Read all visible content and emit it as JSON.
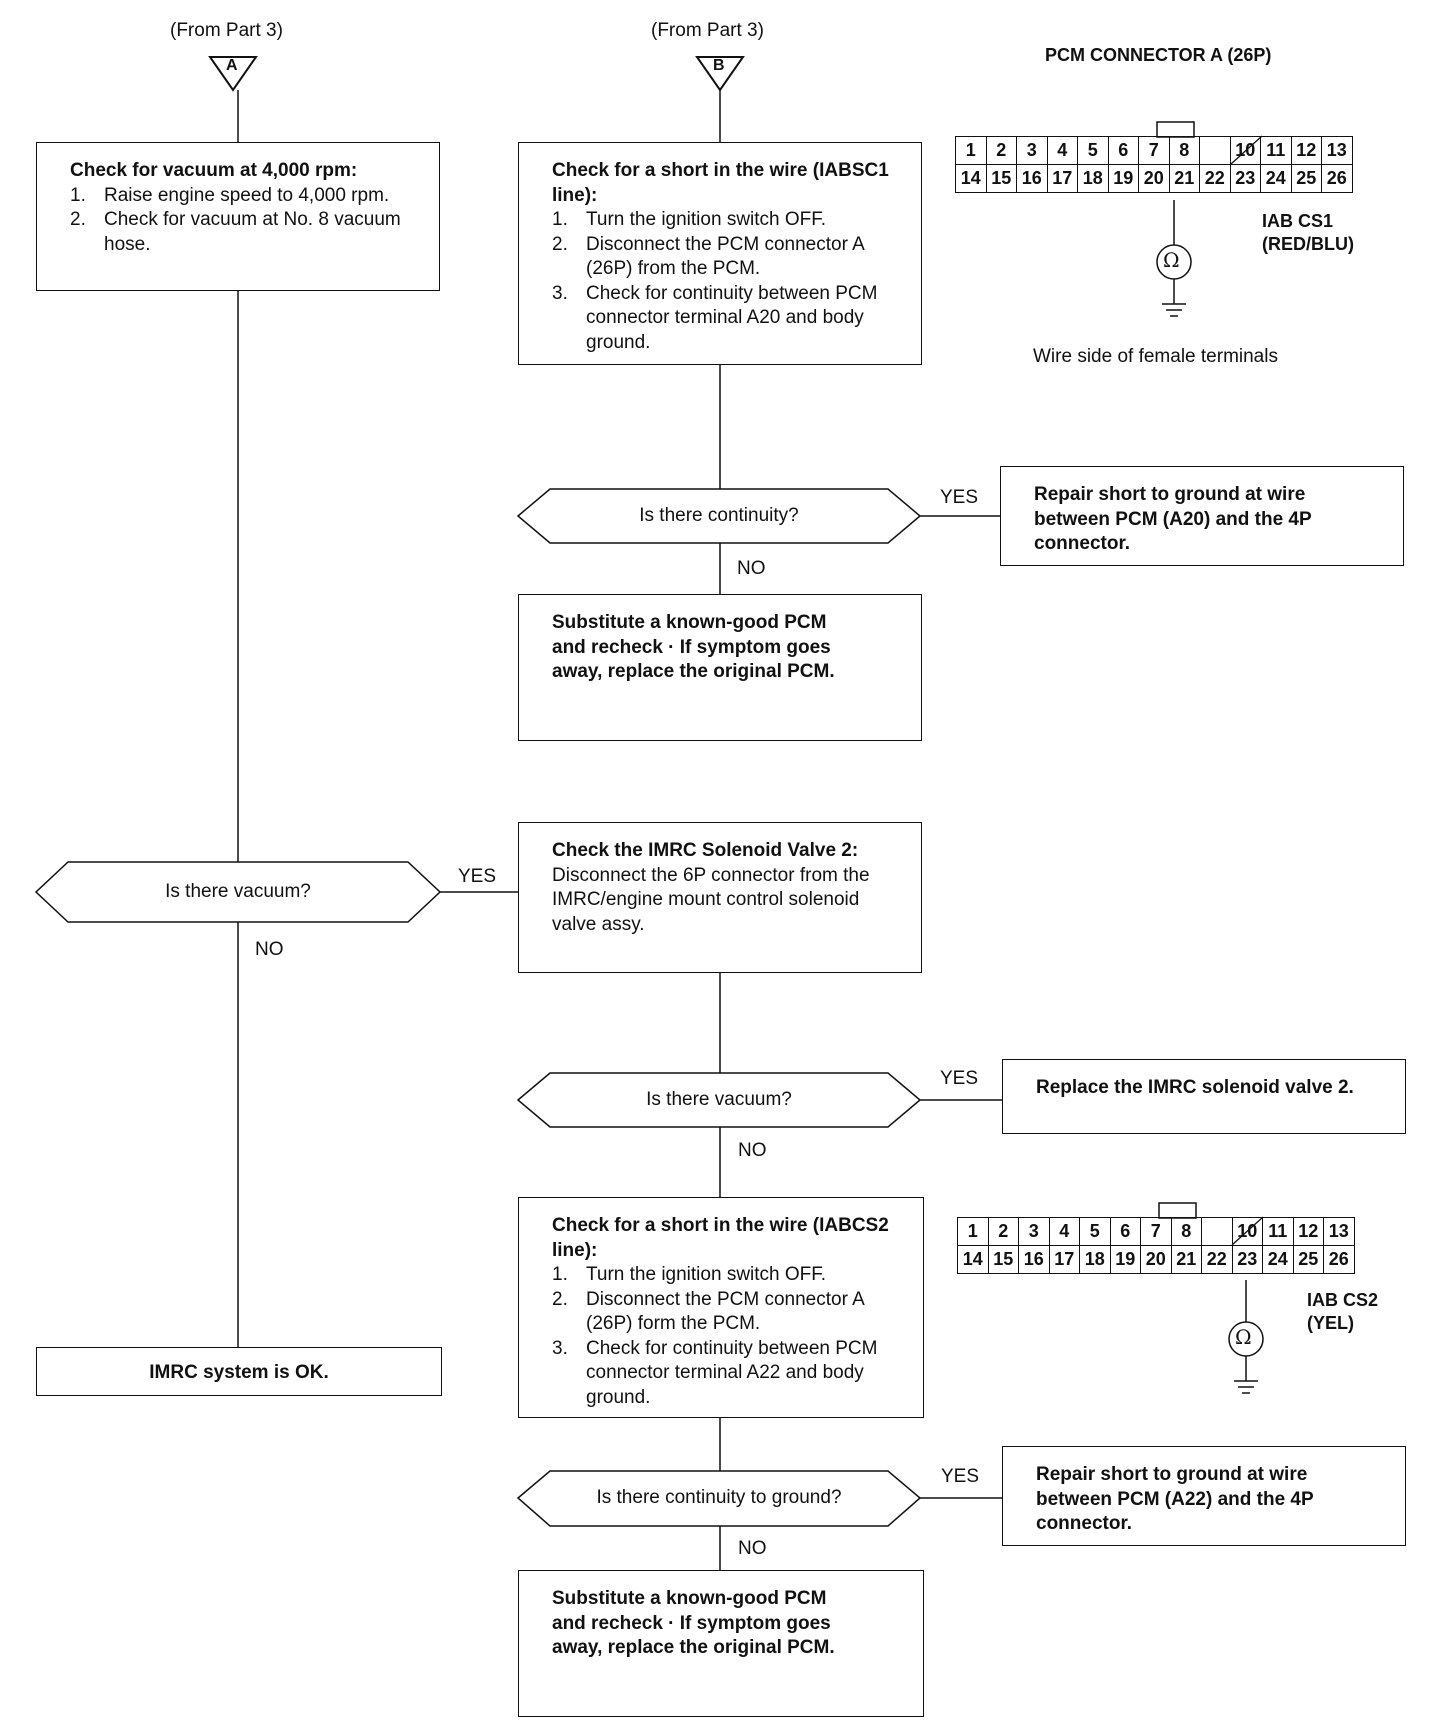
{
  "from_a": "(From Part 3)",
  "from_b": "(From Part 3)",
  "marker_a": "A",
  "marker_b": "B",
  "box_vacuum_check": {
    "title": "Check for vacuum at 4,000 rpm:",
    "steps": [
      {
        "n": "1.",
        "text": "Raise engine speed to 4,000 rpm."
      },
      {
        "n": "2.",
        "text": "Check for vacuum at No. 8 vacuum hose."
      }
    ]
  },
  "box_short_iabsc1": {
    "title": "Check for a short in the wire (IABSC1 line):",
    "steps": [
      {
        "n": "1.",
        "text": "Turn the ignition switch OFF."
      },
      {
        "n": "2.",
        "text": "Disconnect the PCM connector A (26P) from the PCM."
      },
      {
        "n": "3.",
        "text": "Check for continuity between PCM connector terminal A20 and body ground."
      }
    ]
  },
  "connector_title": "PCM CONNECTOR A (26P)",
  "connector_rows": [
    [
      "1",
      "2",
      "3",
      "4",
      "5",
      "6",
      "7",
      "8",
      "",
      "10",
      "11",
      "12",
      "13"
    ],
    [
      "14",
      "15",
      "16",
      "17",
      "18",
      "19",
      "20",
      "21",
      "22",
      "23",
      "24",
      "25",
      "26"
    ]
  ],
  "wire_cs1": {
    "name": "IAB CS1",
    "color": "(RED/BLU)"
  },
  "wire_cs2": {
    "name": "IAB CS2",
    "color": "(YEL)"
  },
  "ohm_symbol": "Ω",
  "wire_side_note": "Wire side of female terminals",
  "decision_continuity": "Is there continuity?",
  "box_repair_a20": "Repair short to ground at wire between PCM (A20) and the 4P connector.",
  "box_substitute_1": "Substitute a known-good PCM and recheck · If symptom goes away, replace the original PCM.",
  "decision_vacuum_left": "Is there vacuum?",
  "box_imrc_solenoid": {
    "title": "Check the IMRC Solenoid Valve 2:",
    "text": "Disconnect the 6P connector from the IMRC/engine mount control solenoid valve assy."
  },
  "decision_vacuum_mid": "Is there vacuum?",
  "box_replace_valve": "Replace the IMRC solenoid valve 2.",
  "box_short_iabcs2": {
    "title": "Check for a short in the wire (IABCS2 line):",
    "steps": [
      {
        "n": "1.",
        "text": "Turn the ignition switch OFF."
      },
      {
        "n": "2.",
        "text": "Disconnect the PCM connector A (26P) form the PCM."
      },
      {
        "n": "3.",
        "text": "Check for continuity between PCM connector terminal A22 and body ground."
      }
    ]
  },
  "box_system_ok": "IMRC system is OK.",
  "decision_continuity_ground": "Is there continuity to ground?",
  "box_repair_a22": "Repair short to ground at wire between PCM (A22) and the 4P connector.",
  "box_substitute_2": "Substitute a known-good PCM and recheck · If symptom goes away, replace the original PCM.",
  "yes": "YES",
  "no": "NO"
}
